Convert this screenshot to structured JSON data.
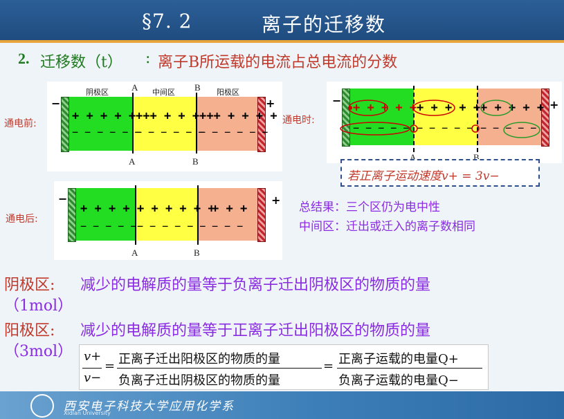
{
  "header": {
    "section": "§7. 2",
    "title": "离子的迁移数"
  },
  "subtitle": {
    "number": "2.",
    "term": "迁移数（t）",
    "separator": ":",
    "definition": "离子B所运载的电流占总电流的分数"
  },
  "diagram_before": {
    "phase_label": "通电前:",
    "zones": [
      "阴极区",
      "中间区",
      "阳极区"
    ],
    "boundary_top": [
      "A",
      "B"
    ],
    "boundary_bottom": [
      "A",
      "B"
    ],
    "cathode_sign": "−",
    "anode_sign": "+",
    "pos_ions": [
      "+ + + + + +",
      "+ + + + + +",
      "+ + + + + +"
    ],
    "neg_ions": [
      "− − − − − −",
      "− − − − − −",
      "− − − − − −"
    ]
  },
  "diagram_during": {
    "phase_label": "通电时:",
    "boundary_bottom": [
      "A",
      "B"
    ],
    "cathode_sign": "−",
    "anode_sign": "+",
    "pos_ions": [
      "+ + + + +",
      "+ + + + +",
      "+ + + + +"
    ],
    "neg_ions": [
      "− − − − −",
      "− − − − −",
      "− − − − −"
    ],
    "speed_note": "若正离子运动速度v+ = 3v−"
  },
  "diagram_after": {
    "phase_label": "通电后:",
    "boundary_bottom": [
      "A",
      "B"
    ],
    "cathode_sign": "−",
    "anode_sign": "+",
    "pos_ions": [
      "+ + + + +",
      "+ + + + + +",
      "+ + +"
    ],
    "neg_ions": [
      "− − − − −",
      "− − − − − −",
      "− − −"
    ]
  },
  "summary": {
    "line1": "总结果：三个区仍为电中性",
    "line2": "中间区：迁出或迁入的离子数相同"
  },
  "cathode_text": {
    "label": "阴极区:",
    "body": "减少的电解质的量等于负离子迁出阴极区的物质的量",
    "amount": "（1mol）"
  },
  "anode_text": {
    "label": "阳极区:",
    "body": "减少的电解质的量等于正离子迁出阳极区的物质的量",
    "amount": "（3mol）"
  },
  "formula": {
    "lhs_num": "v+",
    "lhs_den": "v−",
    "mid_num": "正离子迁出阳极区的物质的量",
    "mid_den": "负离子迁出阴极区的物质的量",
    "rhs_num": "正离子运载的电量Q+",
    "rhs_den": "负离子运载的电量Q−",
    "eq": "="
  },
  "footer": {
    "school": "西安电子科技大学应用化学系",
    "english": "Xidian University"
  },
  "colors": {
    "green_zone": "#22dd22",
    "yellow_zone": "#ffff44",
    "salmon_zone": "#f5b08f",
    "header_bg": "#1f4c80",
    "accent": "#e8a53b"
  }
}
